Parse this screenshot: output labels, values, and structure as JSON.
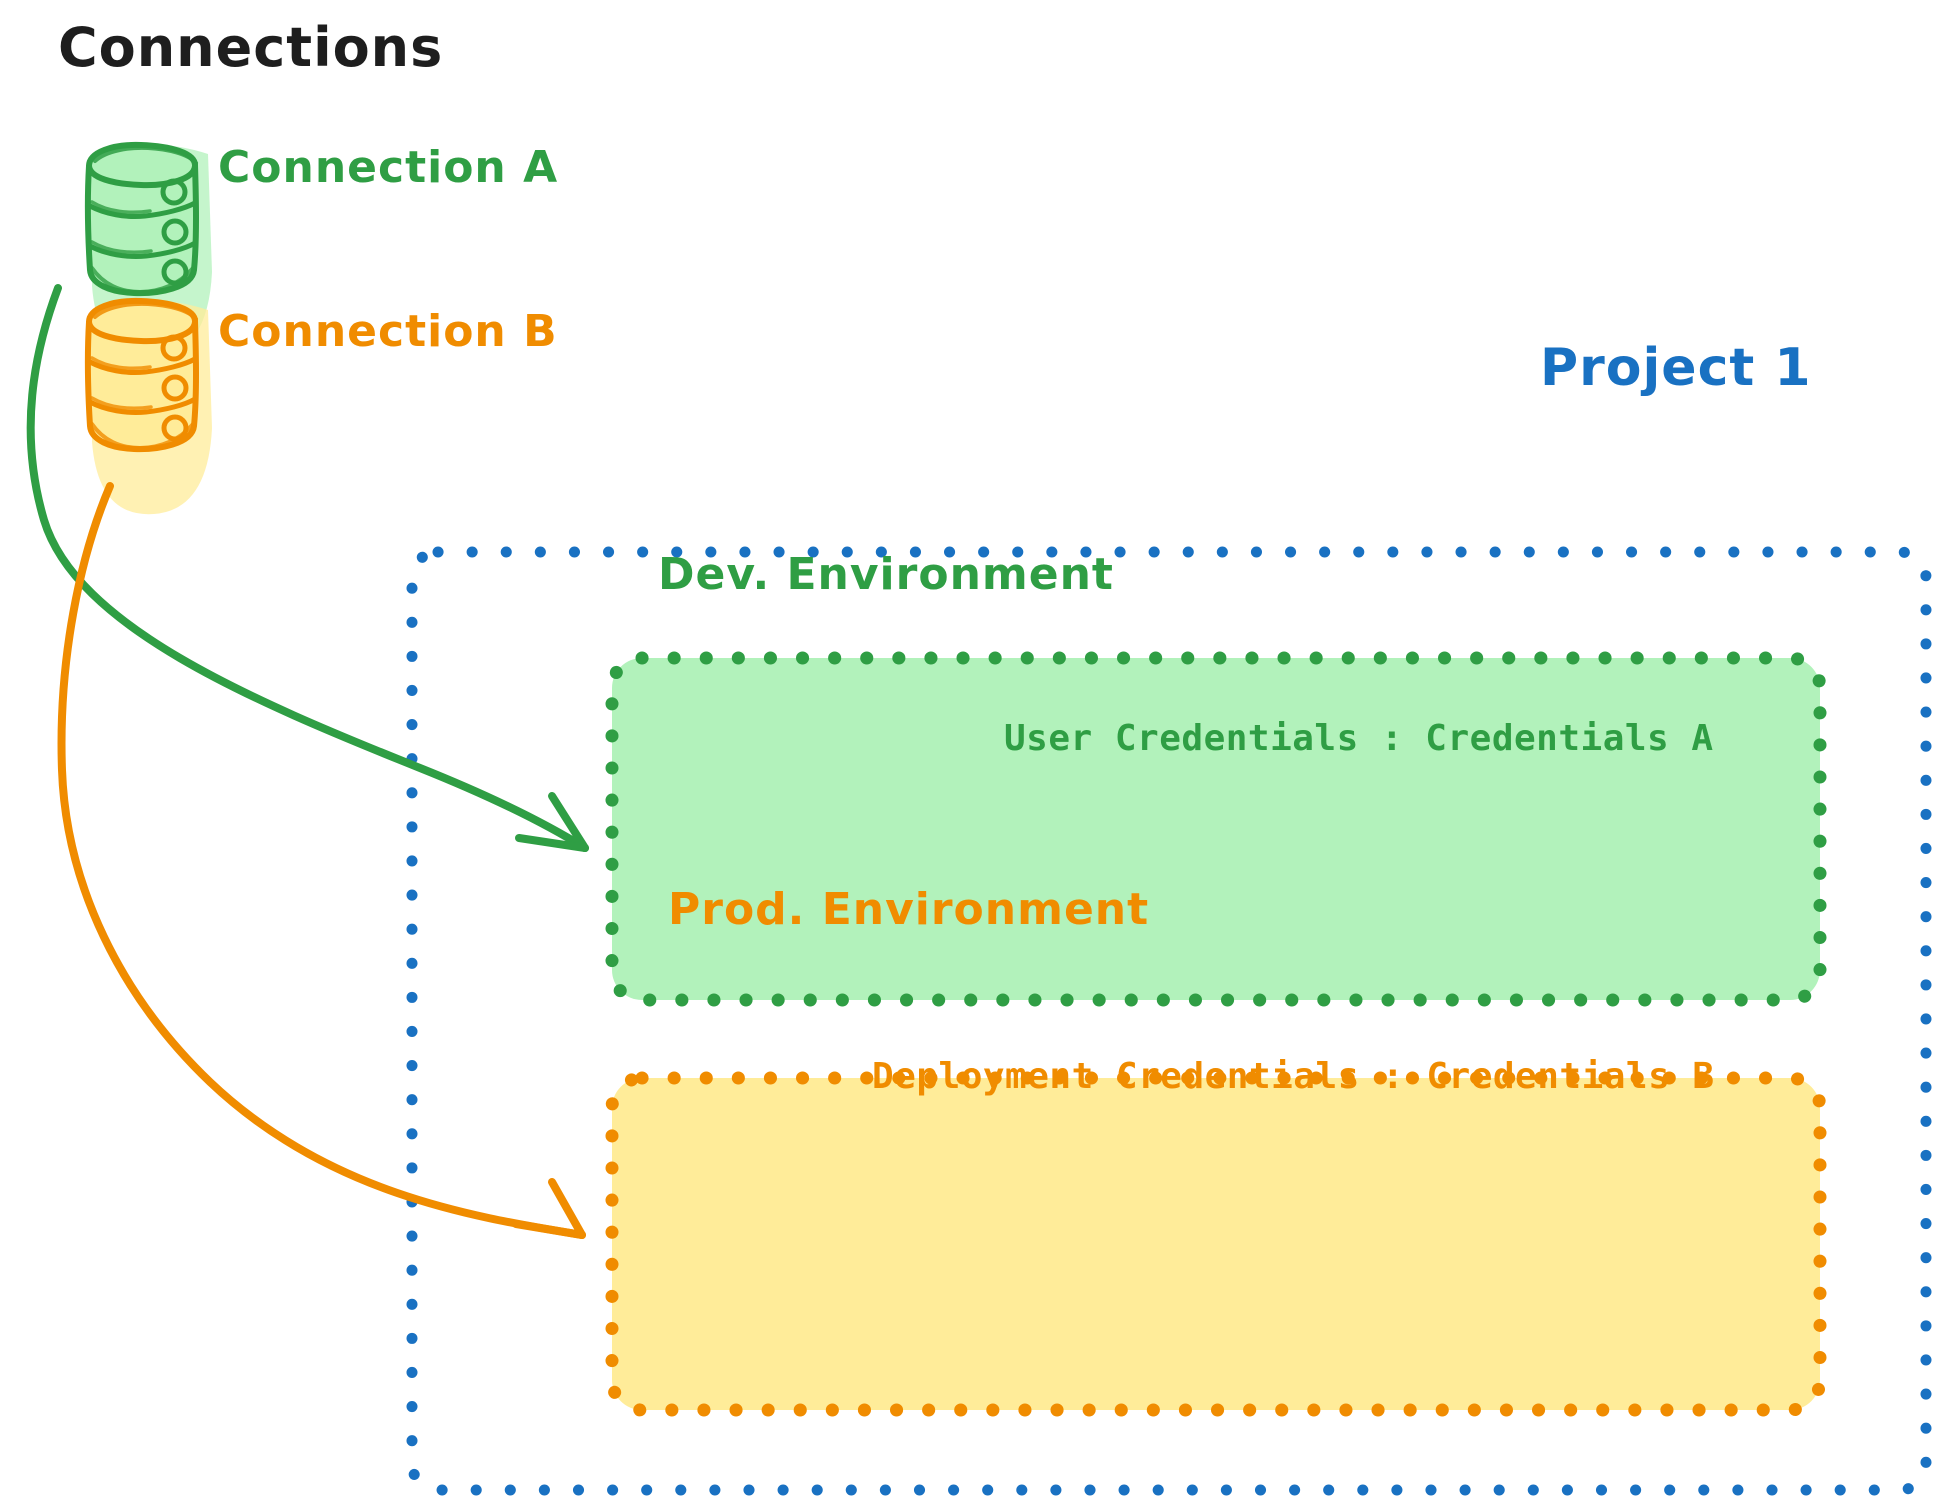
{
  "diagram": {
    "title": "Connections",
    "connections": [
      {
        "id": "a",
        "label": "Connection A",
        "color": "#2f9e44",
        "fill": "#b2f2bb",
        "icon": "database-icon"
      },
      {
        "id": "b",
        "label": "Connection B",
        "color": "#f08c00",
        "fill": "#ffec99",
        "icon": "database-icon"
      }
    ],
    "project": {
      "label": "Project 1",
      "color": "#1971c2",
      "border_style": "dotted",
      "environments": [
        {
          "id": "dev",
          "title": "Dev. Environment",
          "credentials_label": "User Credentials",
          "credentials_separator": ":",
          "credentials_value": "Credentials A",
          "credentials_text": "User Credentials : Credentials A",
          "color": "#2f9e44",
          "fill": "#b2f2bb",
          "border_style": "dotted",
          "source_connection": "Connection A"
        },
        {
          "id": "prod",
          "title": "Prod. Environment",
          "credentials_label": "Deployment Credentials",
          "credentials_separator": ":",
          "credentials_value": "Credentials B",
          "credentials_text": "Deployment Credentials : Credentials B",
          "color": "#f08c00",
          "fill": "#ffec99",
          "border_style": "dotted",
          "source_connection": "Connection B"
        }
      ]
    },
    "arrows": [
      {
        "id": "a-to-dev",
        "from": "Connection A",
        "to": "Dev. Environment",
        "color": "#2f9e44"
      },
      {
        "id": "b-to-prod",
        "from": "Connection B",
        "to": "Prod. Environment",
        "color": "#f08c00"
      }
    ],
    "colors": {
      "green_stroke": "#2f9e44",
      "green_fill": "#b2f2bb",
      "orange_stroke": "#f08c00",
      "orange_fill": "#ffec99",
      "blue_stroke": "#1971c2",
      "text_dark": "#1e1e1e",
      "background": "#ffffff"
    }
  }
}
